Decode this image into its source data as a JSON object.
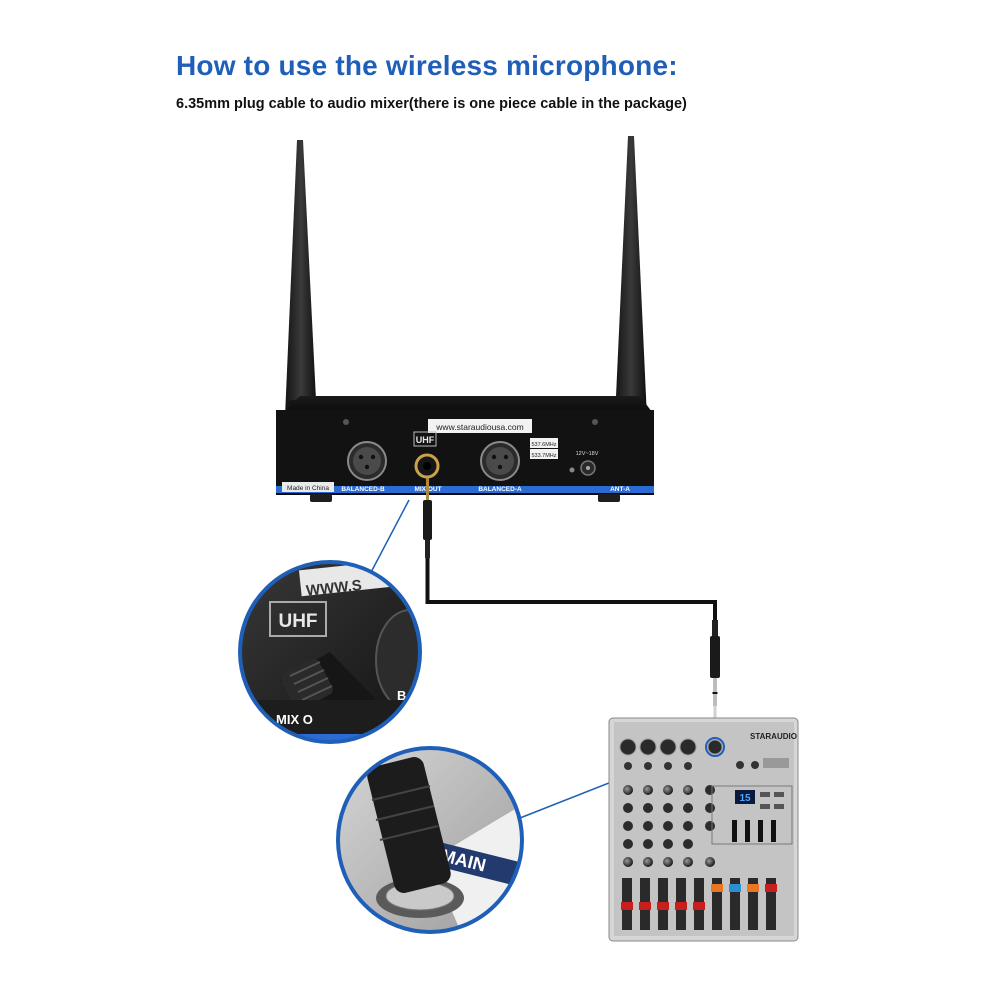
{
  "heading": {
    "title": "How to use the wireless microphone:",
    "subtitle": "6.35mm plug cable to audio mixer(there is one piece cable in the package)"
  },
  "receiver": {
    "website": "www.staraudiousa.com",
    "uhf": "UHF",
    "freq_a": "537.6MHz",
    "freq_b": "533.7MHz",
    "power": "12V~18V",
    "origin": "Made in China",
    "port_b": "BALANCED-B",
    "port_mix": "MIX OUT",
    "port_a": "BALANCED-A",
    "ant": "ANT-A"
  },
  "zoom_top": {
    "website": "WWW.S",
    "uhf": "UHF",
    "mix": "MIX O",
    "b": "B"
  },
  "zoom_bottom": {
    "main": "MAIN"
  },
  "mixer": {
    "brand": "STARAUDIO",
    "display": "15"
  },
  "colors": {
    "title": "#1f5fb8",
    "callout_line": "#1f5fb8",
    "receiver_trim": "#2b6cd4"
  }
}
